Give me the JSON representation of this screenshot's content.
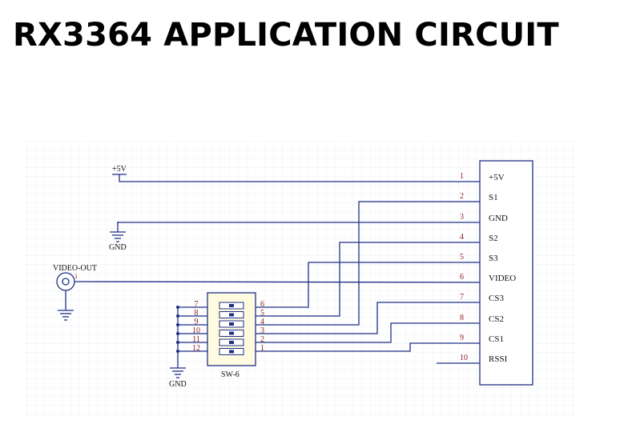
{
  "title": "RX3364 APPLICATION CIRCUIT",
  "colors": {
    "wire": "#1f2f86",
    "pin_number": "#8b1a1a",
    "grid": "#eef0f5",
    "component_fill": "#fff7c4",
    "connector_fill": "#ffffff",
    "switch_fill": "#fffbe0"
  },
  "power_label": "+5V",
  "gnd_label_top": "GND",
  "gnd_label_bottom": "GND",
  "video_out_label": "VIDEO-OUT",
  "video_out_pin": "1",
  "switch_label": "SW-6",
  "connector_pins": [
    {
      "num": "1",
      "name": "+5V"
    },
    {
      "num": "2",
      "name": "S1"
    },
    {
      "num": "3",
      "name": "GND"
    },
    {
      "num": "4",
      "name": "S2"
    },
    {
      "num": "5",
      "name": "S3"
    },
    {
      "num": "6",
      "name": "VIDEO"
    },
    {
      "num": "7",
      "name": "CS3"
    },
    {
      "num": "8",
      "name": "CS2"
    },
    {
      "num": "9",
      "name": "CS1"
    },
    {
      "num": "10",
      "name": "RSSI"
    }
  ],
  "switch_left_pins": [
    "7",
    "8",
    "9",
    "10",
    "11",
    "12"
  ],
  "switch_right_pins": [
    "6",
    "5",
    "4",
    "3",
    "2",
    "1"
  ]
}
